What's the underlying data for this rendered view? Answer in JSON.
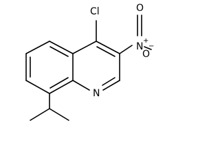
{
  "molecule": {
    "atoms": {
      "chlorine": "Cl",
      "nitro_nitrogen": "N",
      "nitro_charge_plus": "+",
      "nitro_oxygen_double": "O",
      "nitro_oxygen_single": "O",
      "nitro_charge_minus": "−",
      "ring_nitrogen": "N"
    }
  }
}
